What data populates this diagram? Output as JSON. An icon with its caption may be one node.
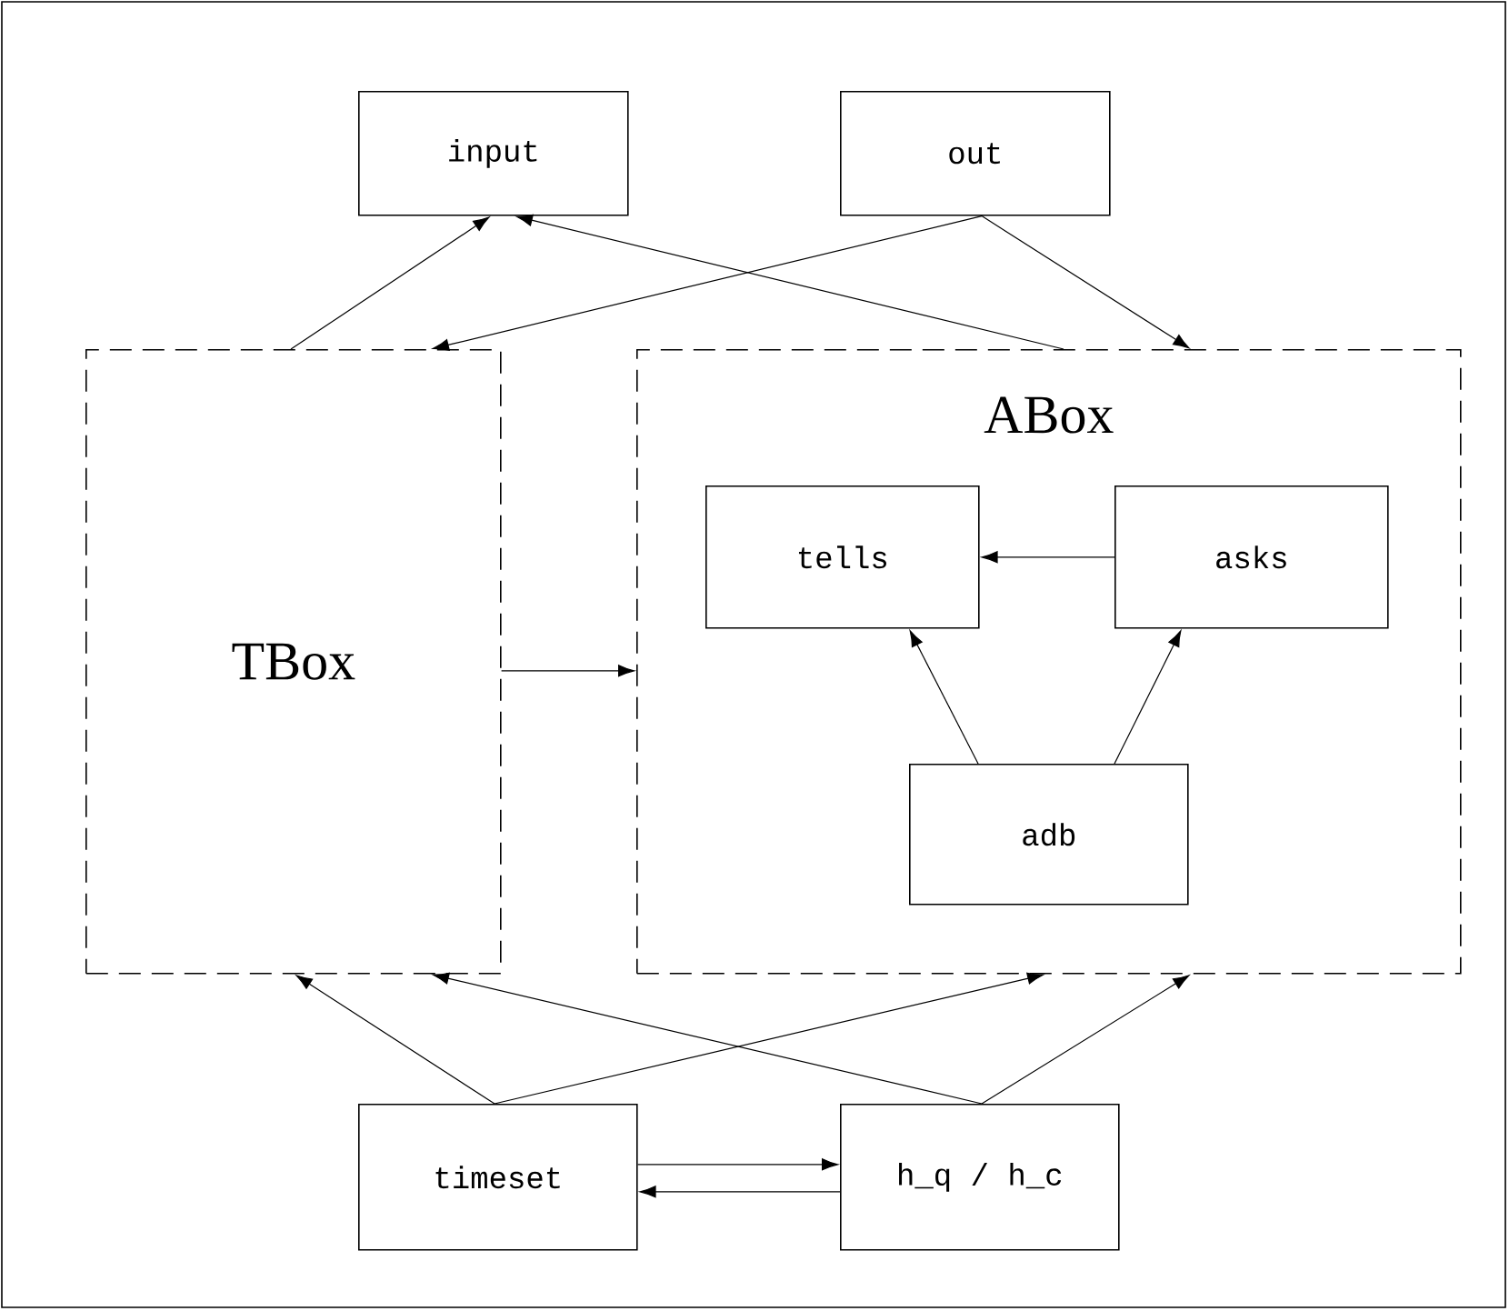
{
  "diagram": {
    "nodes": [
      {
        "text": [
          "input"
        ]
      },
      {
        "text": [
          "out"
        ]
      },
      {
        "text": [
          "TBox"
        ]
      },
      {
        "text": [
          "ABox"
        ]
      },
      {
        "text": [
          "tells"
        ],
        "in": 3
      },
      {
        "text": [
          "asks"
        ],
        "in": 3
      },
      {
        "text": [
          "adb"
        ],
        "in": 3
      },
      {
        "text": [
          "timeset"
        ]
      },
      {
        "text": [
          "h_q / h_c"
        ]
      }
    ],
    "edges": [
      {
        "from": 2,
        "to": 0,
        "arrow": "to"
      },
      {
        "from": 3,
        "to": 0,
        "arrow": "to"
      },
      {
        "from": 1,
        "to": 2,
        "arrow": "to"
      },
      {
        "from": 1,
        "to": 3,
        "arrow": "to"
      },
      {
        "from": 2,
        "to": 3,
        "arrow": "to"
      },
      {
        "from": 5,
        "to": 4,
        "arrow": "to"
      },
      {
        "from": 6,
        "to": 4,
        "arrow": "to"
      },
      {
        "from": 6,
        "to": 5,
        "arrow": "to"
      },
      {
        "from": 7,
        "to": 2,
        "arrow": "to"
      },
      {
        "from": 7,
        "to": 3,
        "arrow": "to"
      },
      {
        "from": 8,
        "to": 2,
        "arrow": "to"
      },
      {
        "from": 8,
        "to": 3,
        "arrow": "to"
      },
      {
        "from": 7,
        "to": 8,
        "arrow": "to"
      },
      {
        "from": 8,
        "to": 7,
        "arrow": "to"
      }
    ]
  }
}
